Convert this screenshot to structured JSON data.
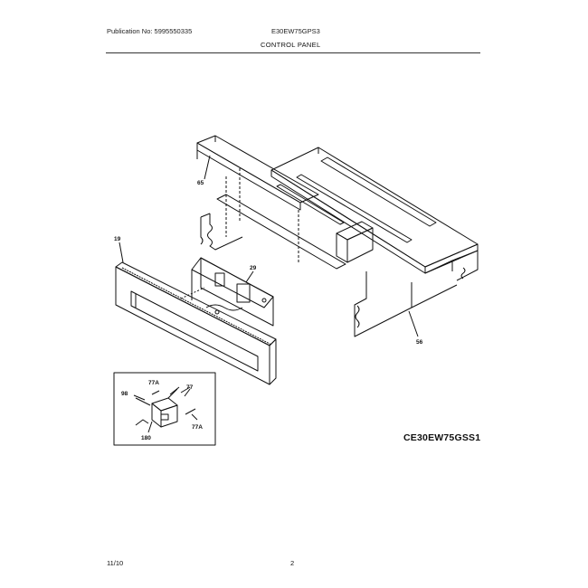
{
  "header": {
    "publication": "Publication No: 5995550335",
    "model": "E30EW75GPS3",
    "section": "CONTROL PANEL"
  },
  "callouts": {
    "c65": "65",
    "c19": "19",
    "c29": "29",
    "c56": "56",
    "c98": "98",
    "c77a_top": "77A",
    "c77": "77",
    "c77a_bottom": "77A",
    "c180": "180"
  },
  "drawing_id": "CE30EW75GSS1",
  "footer": {
    "date": "11/10",
    "page": "2"
  }
}
